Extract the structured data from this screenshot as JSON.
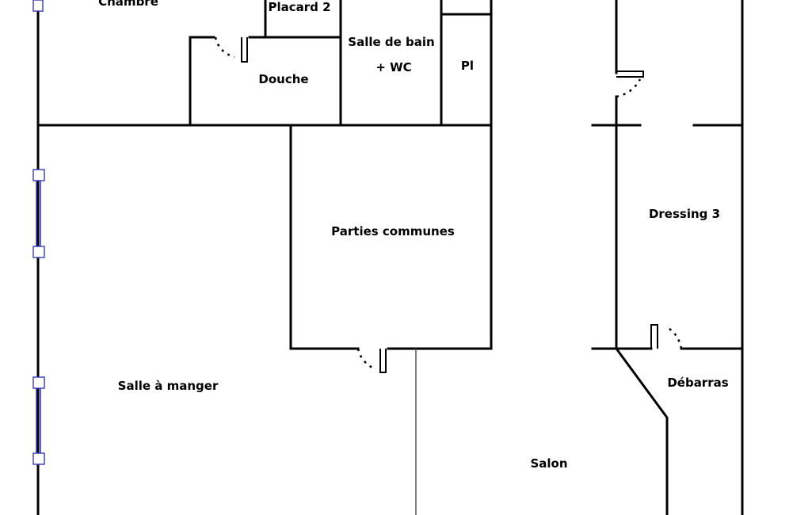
{
  "rooms": {
    "chambre": "Chambre",
    "placard2": "Placard 2",
    "salle_de_bain_line1": "Salle de bain",
    "salle_de_bain_line2": "+ WC",
    "pl": "Pl",
    "douche": "Douche",
    "dressing3": "Dressing 3",
    "parties_communes": "Parties communes",
    "salle_a_manger": "Salle à manger",
    "debarras": "Débarras",
    "salon": "Salon"
  },
  "colors": {
    "wall": "#000000",
    "window": "#3a3ab8",
    "background": "#ffffff"
  }
}
